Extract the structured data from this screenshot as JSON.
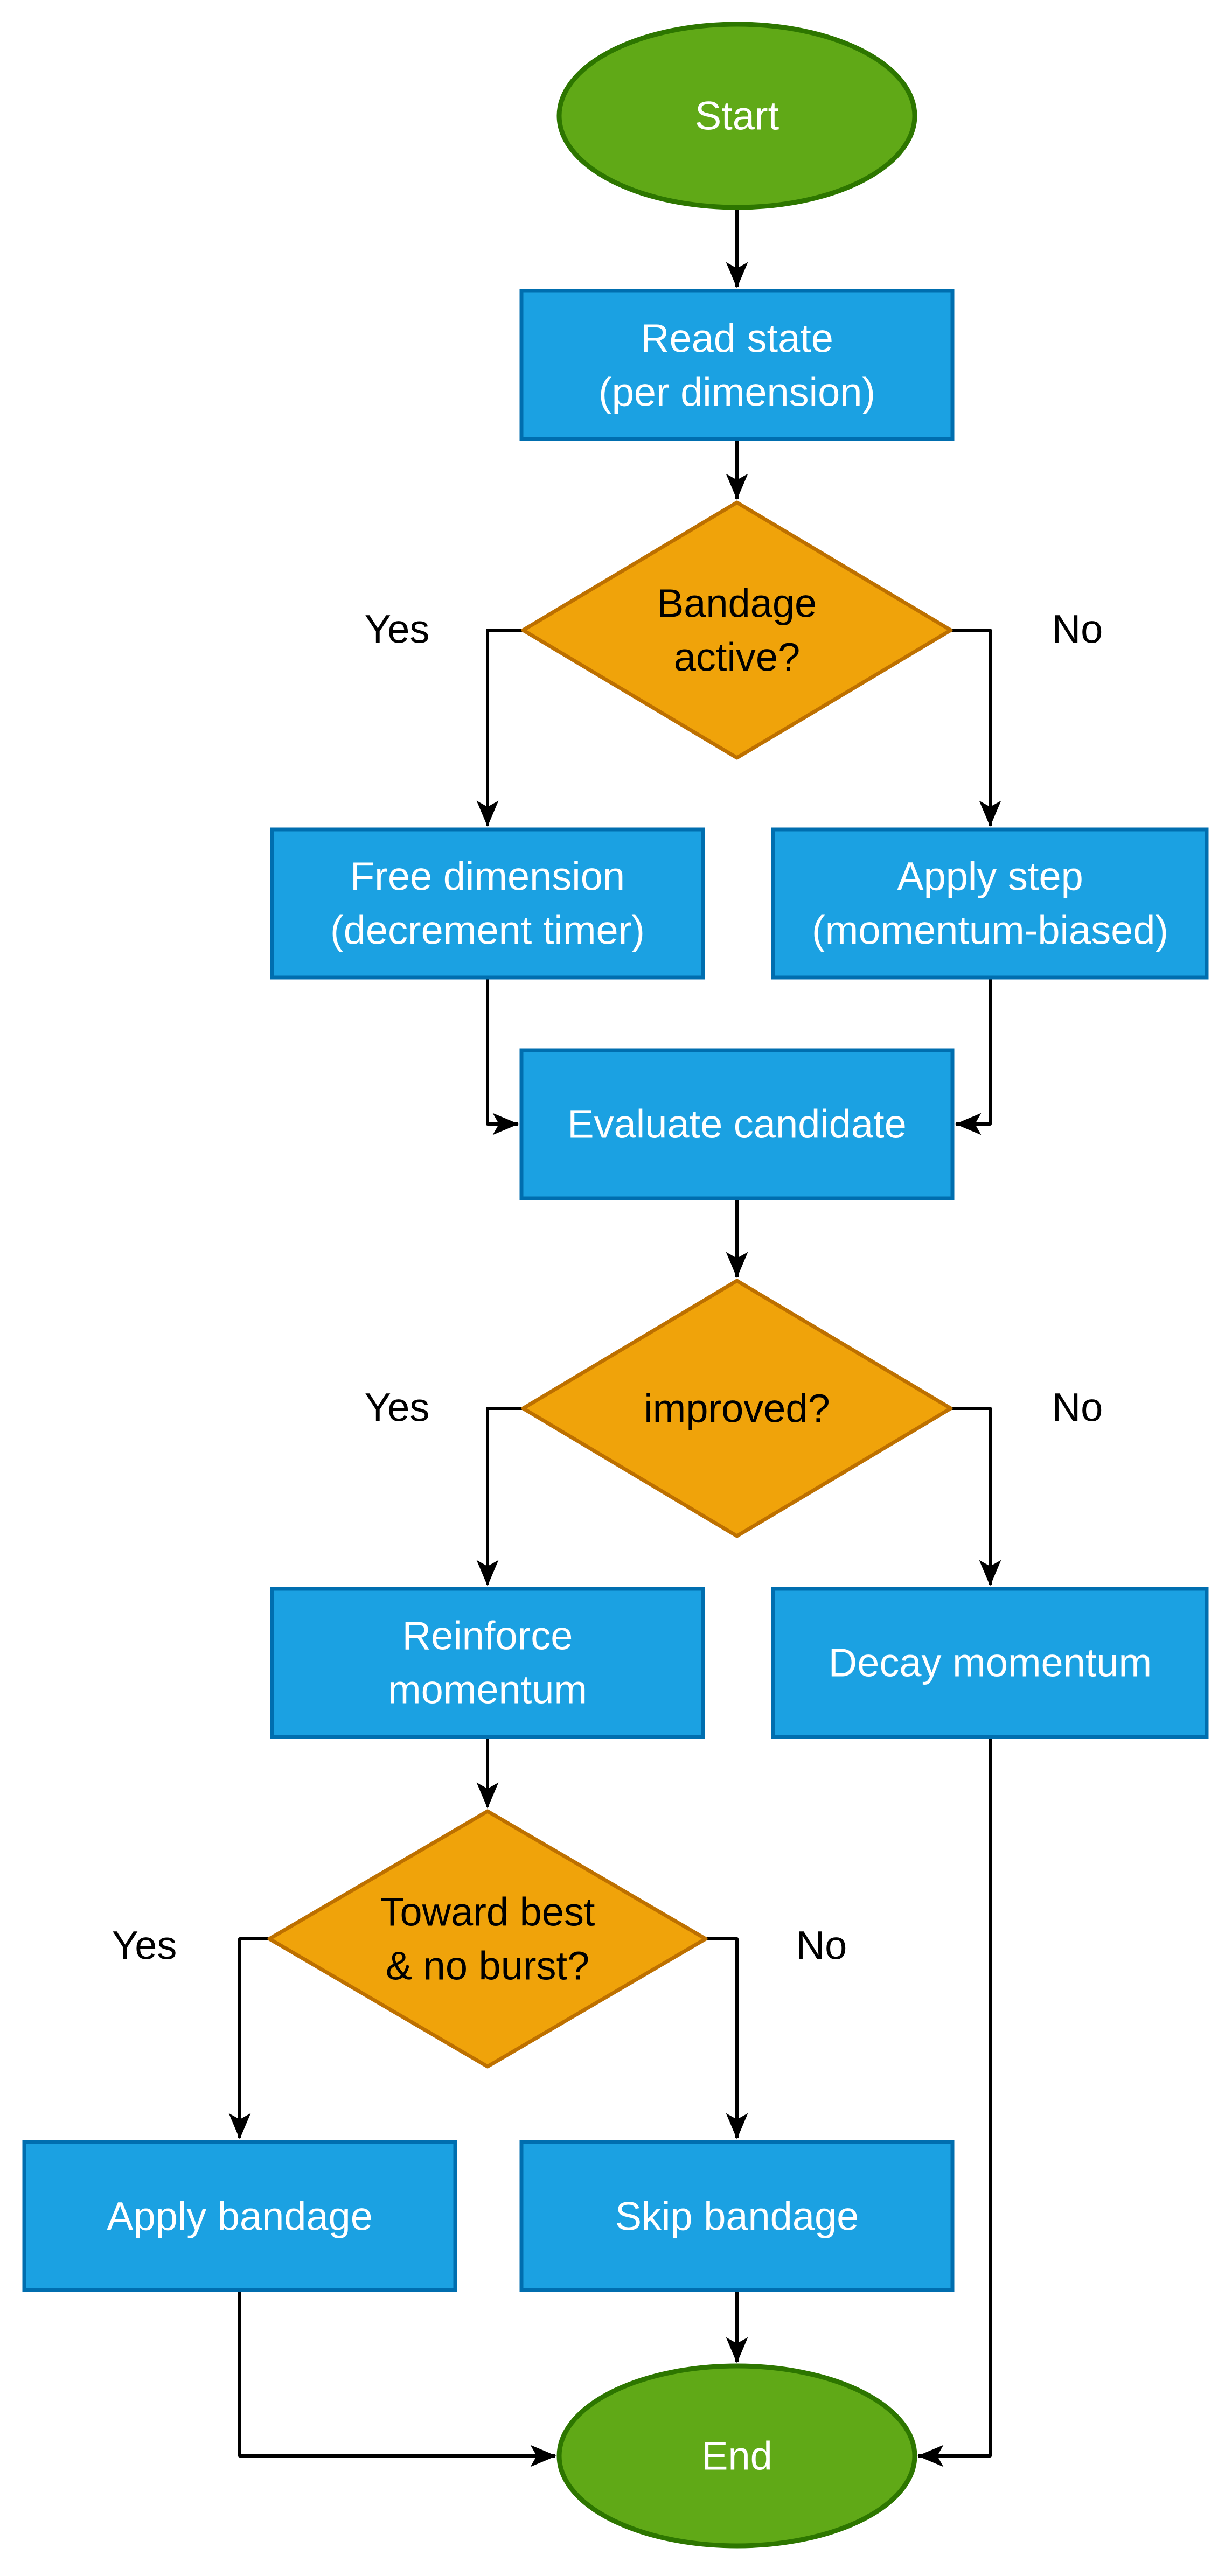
{
  "diagram": {
    "type": "flowchart",
    "colors": {
      "terminal_fill": "#60A917",
      "terminal_stroke": "#2D7600",
      "process_fill": "#1BA1E2",
      "process_stroke": "#006EAF",
      "decision_fill": "#F0A30A",
      "decision_stroke": "#BD7000",
      "edge_color": "#000000",
      "node_text_color": "#ffffff",
      "decision_text_color": "#000000",
      "label_text_color": "#000000",
      "background": "#ffffff"
    },
    "nodes": {
      "start": {
        "shape": "ellipse",
        "label": "Start"
      },
      "read_state": {
        "shape": "rectangle",
        "lines": [
          "Read state",
          "(per dimension)"
        ]
      },
      "bandage_active": {
        "shape": "diamond",
        "lines": [
          "Bandage",
          "active?"
        ]
      },
      "free_dimension": {
        "shape": "rectangle",
        "lines": [
          "Free dimension",
          "(decrement timer)"
        ]
      },
      "apply_step": {
        "shape": "rectangle",
        "lines": [
          "Apply step",
          "(momentum-biased)"
        ]
      },
      "evaluate_candidate": {
        "shape": "rectangle",
        "label": "Evaluate candidate"
      },
      "improved": {
        "shape": "diamond",
        "label": "improved?"
      },
      "reinforce_momentum": {
        "shape": "rectangle",
        "lines": [
          "Reinforce",
          "momentum"
        ]
      },
      "decay_momentum": {
        "shape": "rectangle",
        "label": "Decay momentum"
      },
      "toward_best": {
        "shape": "diamond",
        "lines": [
          "Toward best",
          "& no burst?"
        ]
      },
      "apply_bandage": {
        "shape": "rectangle",
        "label": "Apply bandage"
      },
      "skip_bandage": {
        "shape": "rectangle",
        "label": "Skip bandage"
      },
      "end": {
        "shape": "ellipse",
        "label": "End"
      }
    },
    "edge_labels": {
      "bandage_yes": "Yes",
      "bandage_no": "No",
      "improved_yes": "Yes",
      "improved_no": "No",
      "toward_yes": "Yes",
      "toward_no": "No"
    }
  }
}
